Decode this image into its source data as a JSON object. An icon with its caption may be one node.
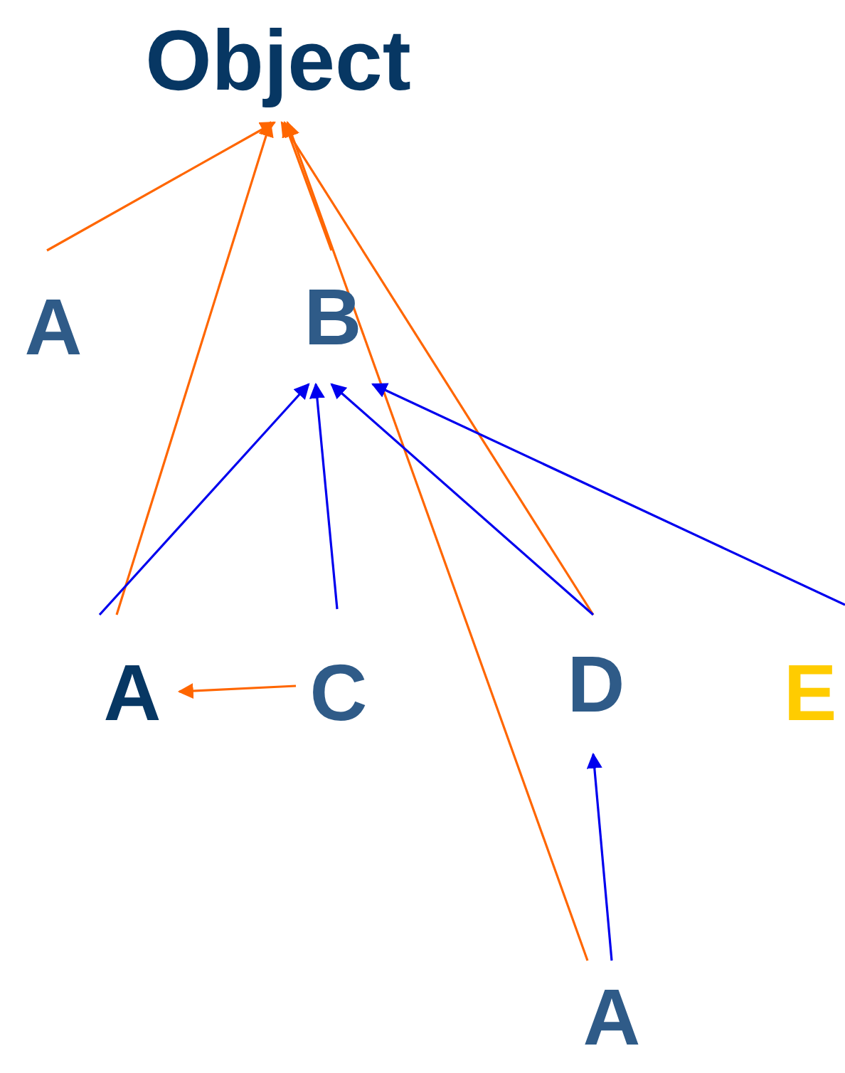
{
  "diagram": {
    "nodes": [
      {
        "text": [
          "Object"
        ]
      },
      {
        "text": [
          "A"
        ]
      },
      {
        "text": [
          "B"
        ]
      },
      {
        "text": [
          "A"
        ]
      },
      {
        "text": [
          "C"
        ]
      },
      {
        "text": [
          "D"
        ]
      },
      {
        "text": [
          "E"
        ]
      },
      {
        "text": [
          "A"
        ]
      }
    ],
    "edges": [
      {
        "from": 1,
        "to": 0,
        "arrow": "to"
      },
      {
        "from": 3,
        "to": 0,
        "arrow": "to"
      },
      {
        "from": 2,
        "to": 0,
        "arrow": "to"
      },
      {
        "from": 5,
        "to": 0,
        "arrow": "to"
      },
      {
        "from": 7,
        "to": 0,
        "arrow": "to"
      },
      {
        "from": 4,
        "to": 3,
        "arrow": "to"
      },
      {
        "from": 3,
        "to": 2,
        "arrow": "to",
        "color": "#0000ee"
      },
      {
        "from": 4,
        "to": 2,
        "arrow": "to",
        "color": "#0000ee"
      },
      {
        "from": 5,
        "to": 2,
        "arrow": "to",
        "color": "#0000ee"
      },
      {
        "from": 6,
        "to": 2,
        "arrow": "to",
        "color": "#0000ee"
      },
      {
        "from": 7,
        "to": 5,
        "arrow": "to",
        "color": "#0000ee"
      }
    ]
  }
}
